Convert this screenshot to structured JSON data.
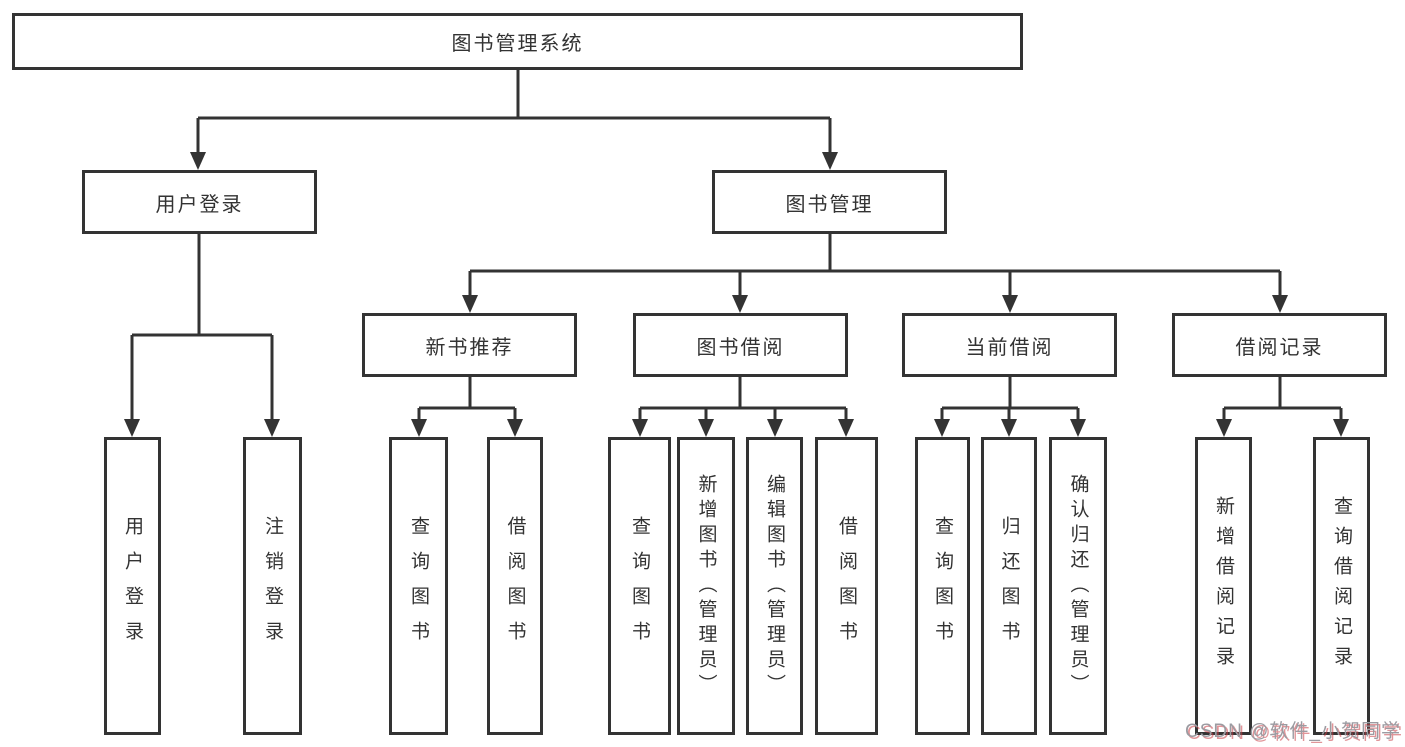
{
  "diagram": {
    "title_node": {
      "label": "图书管理系统"
    },
    "level2": [
      {
        "label": "用户登录"
      },
      {
        "label": "图书管理"
      }
    ],
    "level3": [
      {
        "label": "新书推荐"
      },
      {
        "label": "图书借阅"
      },
      {
        "label": "当前借阅"
      },
      {
        "label": "借阅记录"
      }
    ],
    "leaves": [
      {
        "label": "用户登录"
      },
      {
        "label": "注销登录"
      },
      {
        "label": "查询图书"
      },
      {
        "label": "借阅图书"
      },
      {
        "label": "查询图书"
      },
      {
        "label": "新增图书（管理员）"
      },
      {
        "label": "编辑图书（管理员）"
      },
      {
        "label": "借阅图书"
      },
      {
        "label": "查询图书"
      },
      {
        "label": "归还图书"
      },
      {
        "label": "确认归还（管理员）"
      },
      {
        "label": "新增借阅记录"
      },
      {
        "label": "查询借阅记录"
      }
    ]
  },
  "watermark": {
    "text": "CSDN @软件_小贺同学"
  },
  "colors": {
    "line": "#333333",
    "text": "#333333",
    "watermark_gray": "#9b9ba1",
    "watermark_red": "#c93e46"
  }
}
